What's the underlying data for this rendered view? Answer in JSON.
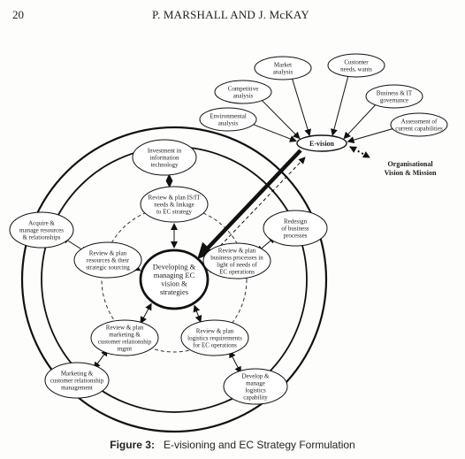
{
  "header": {
    "page_number": "20",
    "running_title": "P. MARSHALL AND J. McKAY"
  },
  "caption": {
    "label": "Figure 3:",
    "text": "E-visioning and EC Strategy Formulation"
  },
  "diagram": {
    "center": [
      "Developing &",
      "managing EC",
      "vision &",
      "strategies"
    ],
    "inner": [
      [
        "Review & plan IS/IT",
        "needs  & linkage",
        "to EC strategy"
      ],
      [
        "Review & plan",
        "business processes in",
        "light of needs of",
        "EC operations"
      ],
      [
        "Review & plan",
        "logistics requirements",
        "for EC operations"
      ],
      [
        "Review & plan",
        "marketing &",
        "customer relationship",
        "mgmt"
      ],
      [
        "Review & plan",
        "resources &  their",
        "strategic sourcing"
      ]
    ],
    "outer": [
      [
        "Investment in",
        "information",
        "technology"
      ],
      [
        "Redesign",
        "of business",
        "processes"
      ],
      [
        "Develop &",
        "manage",
        "logistics",
        "capability"
      ],
      [
        "Marketing &",
        "customer relationship",
        "management"
      ],
      [
        "Acquire &",
        "manage resources",
        "& relationships"
      ]
    ],
    "evision": "E-vision",
    "vision_mission": [
      "Organisational",
      "Vision & Mission"
    ],
    "inputs": [
      [
        "Market",
        "analysis"
      ],
      [
        "Customer",
        "needs, wants"
      ],
      [
        "Competitive",
        "analysis"
      ],
      [
        "Business & IT",
        "governance"
      ],
      [
        "Environmental",
        "analysis"
      ],
      [
        "Assessment of",
        "current capabilities"
      ]
    ]
  }
}
